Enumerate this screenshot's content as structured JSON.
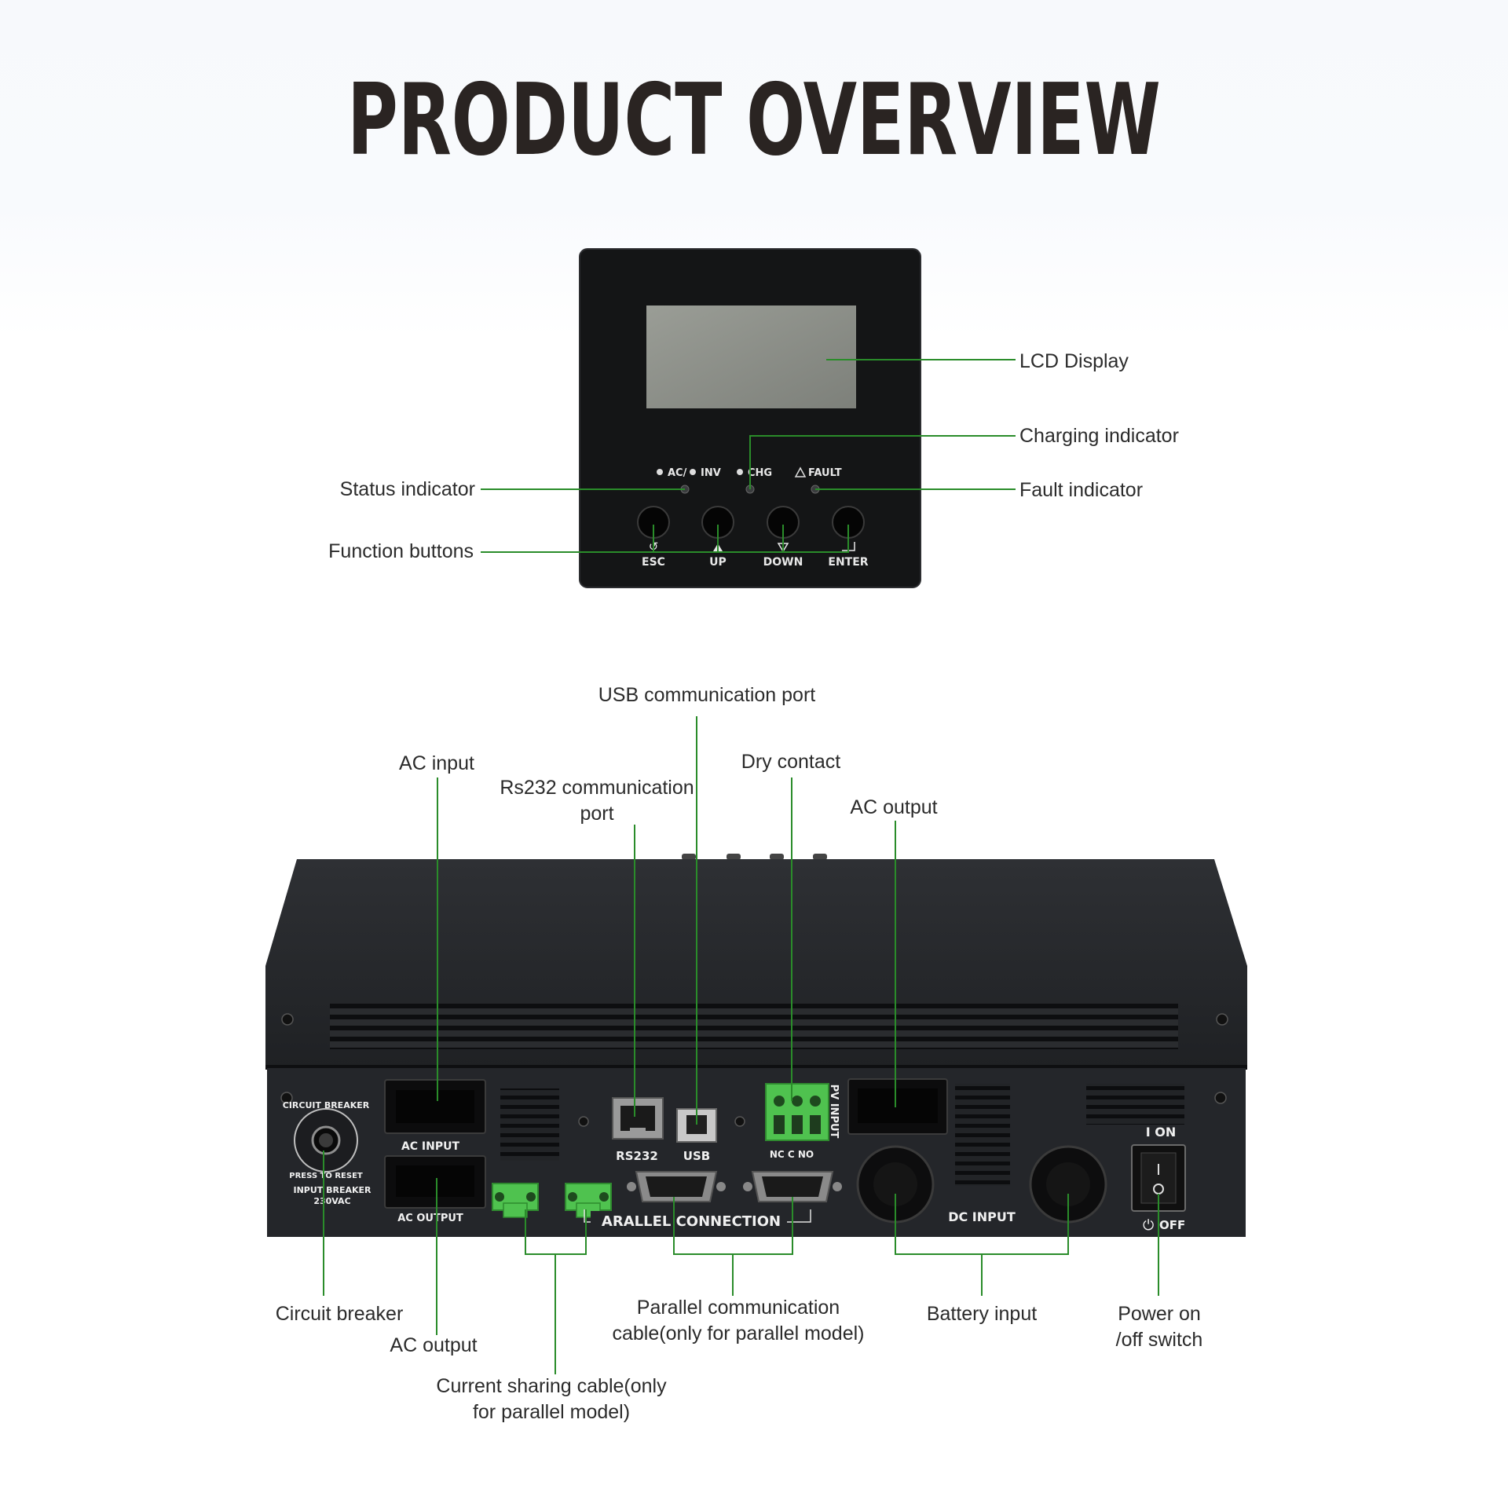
{
  "title": "PRODUCT OVERVIEW",
  "colors": {
    "leader_line": "#2a8c2a",
    "title_text": "#2a2422",
    "device_body": "#26282b",
    "lcd_screen": "#8c8f88",
    "terminal_green": "#4fc24f"
  },
  "front_panel": {
    "indicators": {
      "ac_inv": "AC/",
      "inv": "INV",
      "chg": "CHG",
      "fault": "FAULT"
    },
    "buttons": [
      "ESC",
      "UP",
      "DOWN",
      "ENTER"
    ]
  },
  "rear_panel": {
    "circuit_breaker_ring": "CIRCUIT BREAKER",
    "press_to_reset": "PRESS TO RESET",
    "input_breaker": "INPUT BREAKER",
    "breaker_rating": "230VAC",
    "ac_input": "AC INPUT",
    "ac_output": "AC OUTPUT",
    "rs232": "RS232",
    "usb": "USB",
    "dry_contact_pins": "NC C NO",
    "pv_input": "PV INPUT",
    "parallel_connection": "ARALLEL CONNECTION",
    "dc_input": "DC INPUT",
    "switch_on": "I ON",
    "switch_off": "OFF"
  },
  "callouts": {
    "lcd_display": "LCD Display",
    "charging_indicator": "Charging indicator",
    "status_indicator": "Status indicator",
    "fault_indicator": "Fault indicator",
    "function_buttons": "Function buttons",
    "usb_port": "USB communication port",
    "ac_input": "AC input",
    "dry_contact": "Dry contact",
    "rs232_line1": "Rs232 communication",
    "rs232_line2": "port",
    "ac_output_top": "AC output",
    "circuit_breaker": "Circuit breaker",
    "ac_output_bottom": "AC output",
    "parallel_cable_line1": "Parallel communication",
    "parallel_cable_line2": "cable(only for parallel model)",
    "battery_input": "Battery input",
    "power_switch_line1": "Power on",
    "power_switch_line2": "/off switch",
    "current_sharing_line1": "Current sharing cable(only",
    "current_sharing_line2": "for parallel model)"
  }
}
